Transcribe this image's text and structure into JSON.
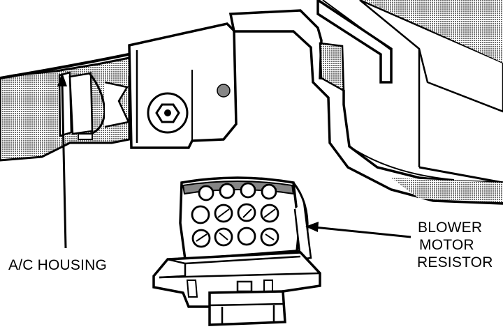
{
  "labels": {
    "ac_housing": "A/C HOUSING",
    "blower_line1": "BLOWER",
    "blower_line2": "MOTOR",
    "blower_line3": "RESISTOR"
  },
  "colors": {
    "ink": "#000000",
    "paper": "#ffffff"
  }
}
